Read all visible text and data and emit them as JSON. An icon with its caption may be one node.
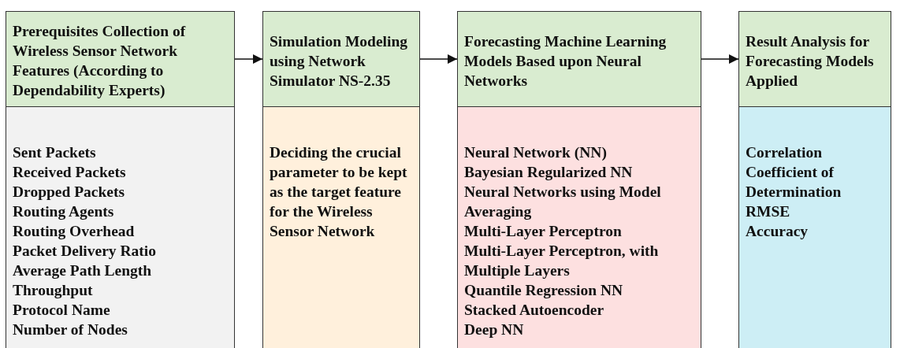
{
  "diagram": {
    "nodes": [
      {
        "text": [
          "Prerequisites Collection of Wireless Sensor Network Features (According to Dependability Experts)"
        ]
      },
      {
        "text": [
          "Sent Packets",
          "Received Packets",
          "Dropped Packets",
          "Routing Agents",
          "Routing Overhead",
          "Packet Delivery Ratio",
          "Average Path Length",
          "Throughput",
          "Protocol Name",
          "Number of Nodes"
        ]
      },
      {
        "text": [
          "Simulation Modeling using Network Simulator NS-2.35"
        ]
      },
      {
        "text": [
          "Deciding the crucial parameter to be kept as the target feature for the Wireless Sensor Network"
        ]
      },
      {
        "text": [
          "Forecasting Machine Learning Models Based upon Neural Networks"
        ]
      },
      {
        "text": [
          "Neural Network (NN)",
          "Bayesian Regularized NN",
          "Neural Networks using Model Averaging",
          "Multi-Layer Perceptron",
          "Multi-Layer Perceptron, with Multiple Layers",
          "Quantile Regression NN",
          "Stacked Autoencoder",
          "Deep NN"
        ]
      },
      {
        "text": [
          "Result Analysis for Forecasting Models Applied"
        ]
      },
      {
        "text": [
          "Correlation",
          "Coefficient of Determination",
          "RMSE",
          "Accuracy"
        ]
      }
    ],
    "edges": [
      {
        "from": 0,
        "to": 2,
        "arrow": "to"
      },
      {
        "from": 2,
        "to": 4,
        "arrow": "to"
      },
      {
        "from": 4,
        "to": 6,
        "arrow": "to"
      }
    ]
  }
}
